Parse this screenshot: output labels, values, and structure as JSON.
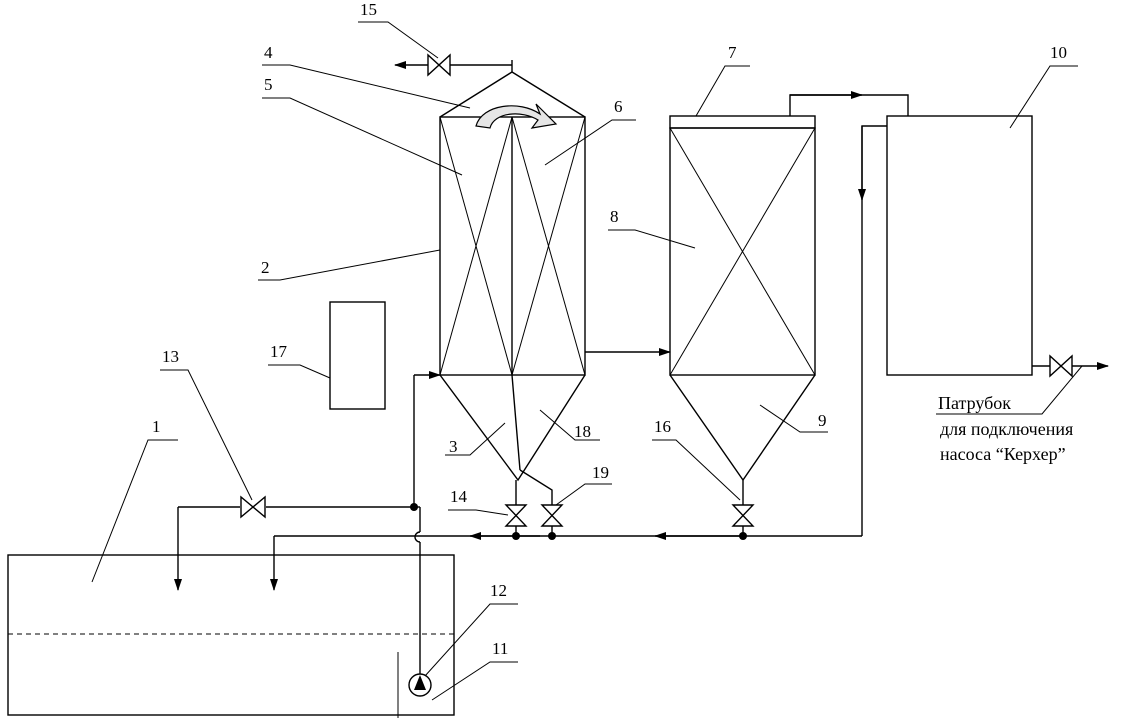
{
  "labels": {
    "n1": "1",
    "n2": "2",
    "n3": "3",
    "n4": "4",
    "n5": "5",
    "n6": "6",
    "n7": "7",
    "n8": "8",
    "n9": "9",
    "n10": "10",
    "n11": "11",
    "n12": "12",
    "n13": "13",
    "n14": "14",
    "n15": "15",
    "n16": "16",
    "n17": "17",
    "n18": "18",
    "n19": "19"
  },
  "note": {
    "line1": "Патрубок",
    "line2": "для подключения",
    "line3": "насоса “Керхер”"
  }
}
